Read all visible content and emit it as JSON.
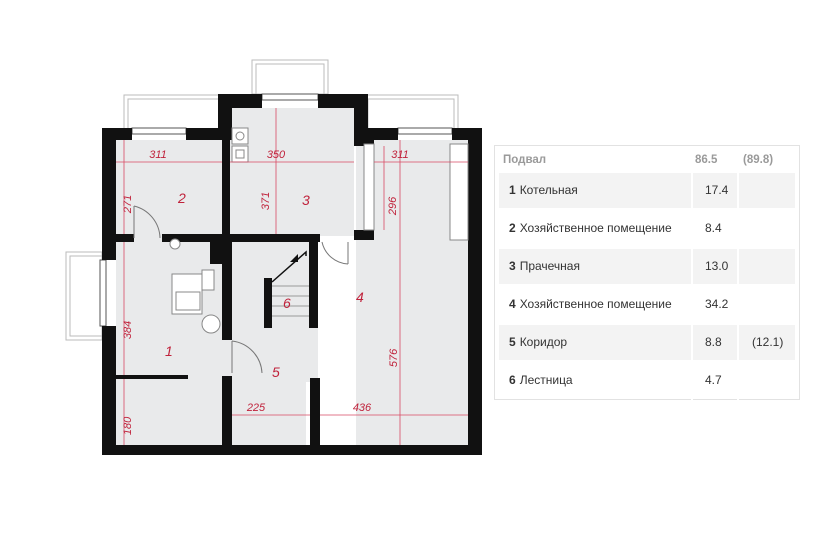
{
  "plan": {
    "dimensions": {
      "top_left": "311",
      "top_middle": "350",
      "top_right": "311",
      "left_upper": "271",
      "left_middle": "384",
      "left_lower": "180",
      "room3_height": "371",
      "room4_top": "296",
      "room4_height": "576",
      "bottom_middle": "225",
      "bottom_right": "436"
    },
    "room_labels": [
      "1",
      "2",
      "3",
      "4",
      "5",
      "6"
    ]
  },
  "table": {
    "header": {
      "title": "Подвал",
      "total": "86.5",
      "total_alt": "(89.8)"
    },
    "rows": [
      {
        "num": "1",
        "name": "Котельная",
        "area": "17.4",
        "alt": ""
      },
      {
        "num": "2",
        "name": "Хозяйственное помещение",
        "area": "8.4",
        "alt": ""
      },
      {
        "num": "3",
        "name": "Прачечная",
        "area": "13.0",
        "alt": ""
      },
      {
        "num": "4",
        "name": "Хозяйственное помещение",
        "area": "34.2",
        "alt": ""
      },
      {
        "num": "5",
        "name": "Коридор",
        "area": "8.8",
        "alt": "(12.1)"
      },
      {
        "num": "6",
        "name": "Лестница",
        "area": "4.7",
        "alt": ""
      }
    ]
  }
}
